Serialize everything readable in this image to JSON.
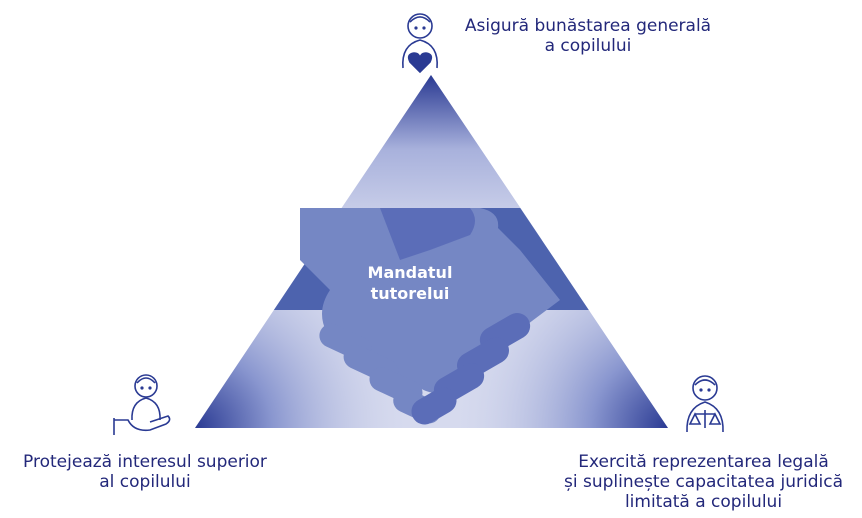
{
  "center_label": "Mandatul\ntutorelui",
  "roles": {
    "top": "Asigură bunăstarea generală\na copilului",
    "left": "Protejează interesul superior\nal copilului",
    "right": "Exercită reprezentarea legală\nși suplinește capacitatea juridică\nlimitată a copilului"
  },
  "icons": {
    "top": "person-with-heart-icon",
    "left": "person-in-hand-icon",
    "right": "person-with-scales-icon",
    "center": "handshake-icon"
  },
  "colors": {
    "text": "#23287a",
    "dark_blue": "#2a3a93",
    "mid_band": "#4d63ae",
    "light_fill": "#d6daee",
    "hands": "#7587c4",
    "knuckles": "#5b6db8"
  }
}
